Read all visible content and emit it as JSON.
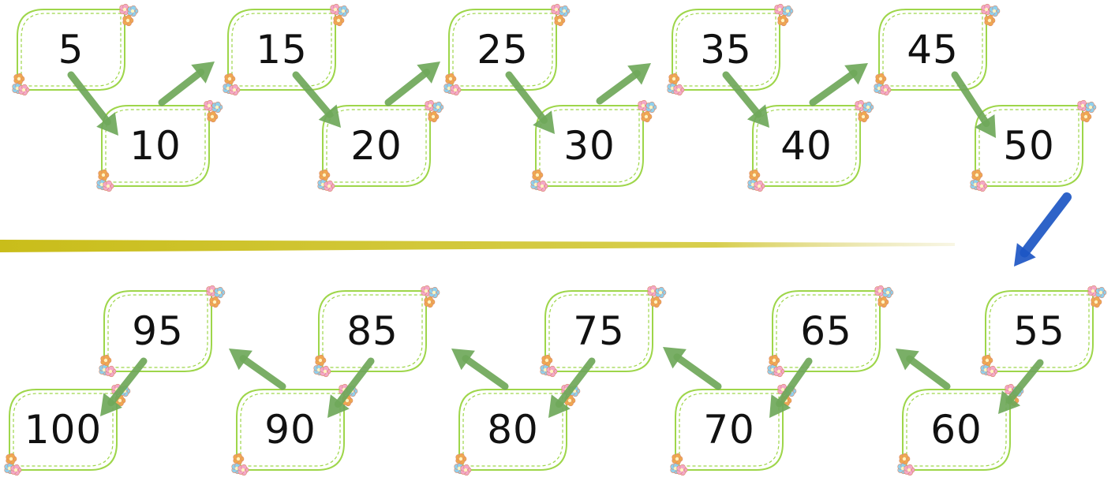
{
  "top_row": {
    "upper": [
      {
        "id": "n5",
        "value": "5"
      },
      {
        "id": "n15",
        "value": "15"
      },
      {
        "id": "n25",
        "value": "25"
      },
      {
        "id": "n35",
        "value": "35"
      },
      {
        "id": "n45",
        "value": "45"
      }
    ],
    "lower": [
      {
        "id": "n10",
        "value": "10"
      },
      {
        "id": "n20",
        "value": "20"
      },
      {
        "id": "n30",
        "value": "30"
      },
      {
        "id": "n40",
        "value": "40"
      },
      {
        "id": "n50",
        "value": "50"
      }
    ]
  },
  "bottom_row": {
    "upper": [
      {
        "id": "n95",
        "value": "95"
      },
      {
        "id": "n85",
        "value": "85"
      },
      {
        "id": "n75",
        "value": "75"
      },
      {
        "id": "n65",
        "value": "65"
      },
      {
        "id": "n55",
        "value": "55"
      }
    ],
    "lower": [
      {
        "id": "n100",
        "value": "100"
      },
      {
        "id": "n90",
        "value": "90"
      },
      {
        "id": "n80",
        "value": "80"
      },
      {
        "id": "n70",
        "value": "70"
      },
      {
        "id": "n60",
        "value": "60"
      }
    ]
  },
  "colors": {
    "box_border": "#9ed64a",
    "arrow_green": "#6fa85a",
    "arrow_blue": "#1d56c4",
    "divider": "#c9bd1a",
    "flower_orange": "#f0a850",
    "flower_pink": "#f4a7c8",
    "flower_blue": "#8fd0ee"
  }
}
